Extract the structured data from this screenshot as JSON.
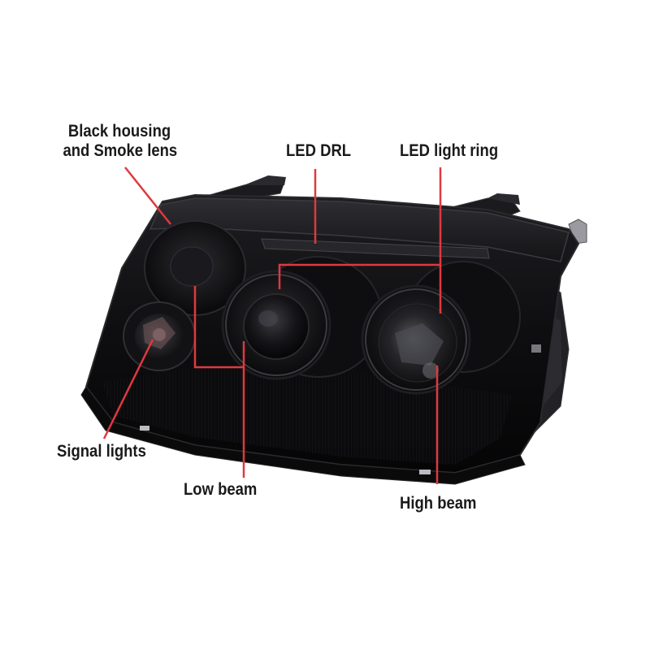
{
  "labels": {
    "housing_line1": "Black housing",
    "housing_line2": "and Smoke lens",
    "drl": "LED DRL",
    "ring": "LED light ring",
    "signal": "Signal lights",
    "low": "Low beam",
    "high": "High beam"
  },
  "colors": {
    "callout_line": "#e0383e",
    "label_text": "#1a1a1a",
    "housing": "#0d0d0f",
    "lens_smoke": "#1c1c20",
    "chrome": "#9a9aa0"
  },
  "icons": {
    "product": "headlight-assembly-image"
  }
}
